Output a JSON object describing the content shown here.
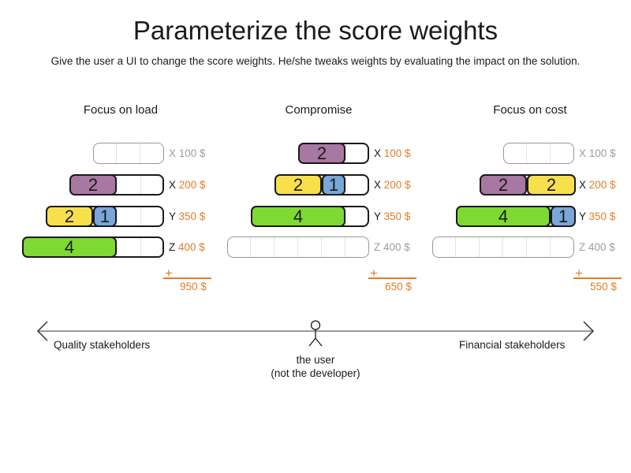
{
  "title": "Parameterize the score weights",
  "subtitle": "Give the user a UI to change the score weights. He/she tweaks weights by evaluating the impact on the solution.",
  "colors": {
    "purple": "#a878a3",
    "yellow": "#f8e04c",
    "blue": "#7aa6d8",
    "green": "#7ed932",
    "orange": "#e07d28",
    "inactive_text": "#9e9e9e",
    "active_text": "#1a1a1a",
    "cell_divider": "#e3e3e3",
    "axis_line": "#787878",
    "axis_arrowhead": "#333333"
  },
  "plus_sign": "+",
  "columns": [
    {
      "title": "Focus on load",
      "total": "950 $",
      "rows": [
        {
          "label_letter": "X",
          "label_value": "100 $",
          "capacity": 3,
          "active": false,
          "blocks": []
        },
        {
          "label_letter": "X",
          "label_value": "200 $",
          "capacity": 4,
          "active": true,
          "blocks": [
            {
              "value": "2",
              "color": "purple"
            }
          ]
        },
        {
          "label_letter": "Y",
          "label_value": "350 $",
          "capacity": 5,
          "active": true,
          "blocks": [
            {
              "value": "2",
              "color": "yellow"
            },
            {
              "value": "1",
              "color": "blue"
            }
          ]
        },
        {
          "label_letter": "Z",
          "label_value": "400 $",
          "capacity": 6,
          "active": true,
          "blocks": [
            {
              "value": "4",
              "color": "green"
            }
          ]
        }
      ]
    },
    {
      "title": "Compromise",
      "total": "650 $",
      "rows": [
        {
          "label_letter": "X",
          "label_value": "100 $",
          "capacity": 3,
          "active": true,
          "blocks": [
            {
              "value": "2",
              "color": "purple"
            }
          ]
        },
        {
          "label_letter": "X",
          "label_value": "200 $",
          "capacity": 4,
          "active": true,
          "blocks": [
            {
              "value": "2",
              "color": "yellow"
            },
            {
              "value": "1",
              "color": "blue"
            }
          ]
        },
        {
          "label_letter": "Y",
          "label_value": "350 $",
          "capacity": 5,
          "active": true,
          "blocks": [
            {
              "value": "4",
              "color": "green"
            }
          ]
        },
        {
          "label_letter": "Z",
          "label_value": "400 $",
          "capacity": 6,
          "active": false,
          "blocks": []
        }
      ]
    },
    {
      "title": "Focus on cost",
      "total": "550 $",
      "rows": [
        {
          "label_letter": "X",
          "label_value": "100 $",
          "capacity": 3,
          "active": false,
          "blocks": []
        },
        {
          "label_letter": "X",
          "label_value": "200 $",
          "capacity": 4,
          "active": true,
          "blocks": [
            {
              "value": "2",
              "color": "purple"
            },
            {
              "value": "2",
              "color": "yellow"
            }
          ]
        },
        {
          "label_letter": "Y",
          "label_value": "350 $",
          "capacity": 5,
          "active": true,
          "blocks": [
            {
              "value": "4",
              "color": "green"
            },
            {
              "value": "1",
              "color": "blue"
            }
          ]
        },
        {
          "label_letter": "Z",
          "label_value": "400 $",
          "capacity": 6,
          "active": false,
          "blocks": []
        }
      ]
    }
  ],
  "axis": {
    "left_label": "Quality stakeholders",
    "right_label": "Financial stakeholders",
    "center_label_line1": "the user",
    "center_label_line2": "(not the developer)"
  }
}
